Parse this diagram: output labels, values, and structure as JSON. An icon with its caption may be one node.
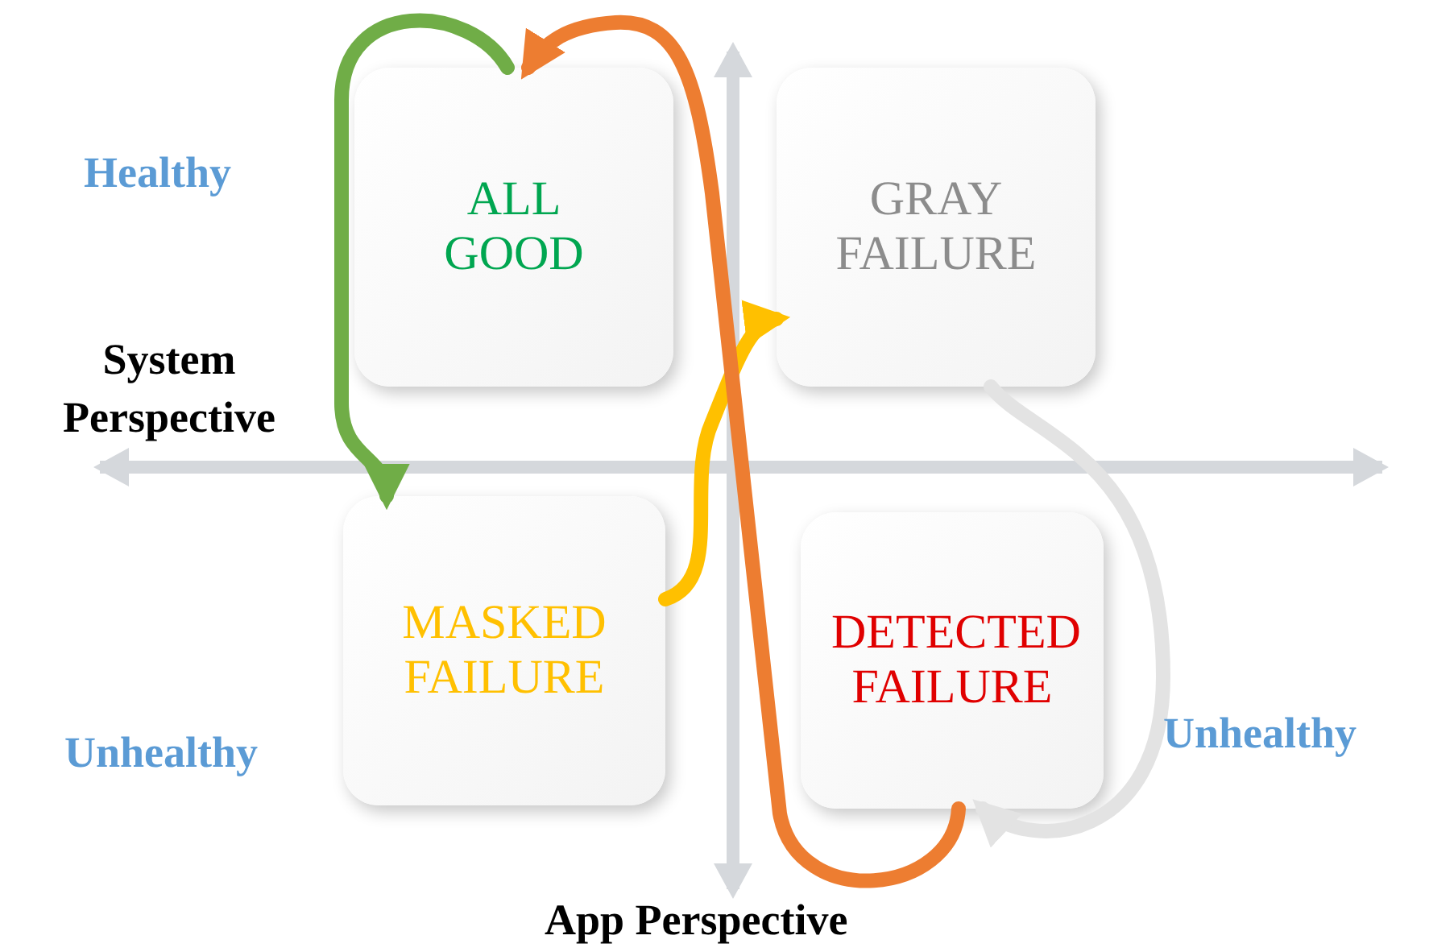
{
  "diagram": {
    "nodes": [
      {
        "text": [
          "ALL GOOD"
        ]
      },
      {
        "text": [
          "GRAY FAILURE"
        ]
      },
      {
        "text": [
          "MASKED FAILURE"
        ]
      },
      {
        "text": [
          "DETECTED FAILURE"
        ]
      }
    ],
    "edges": [
      {
        "from": 0,
        "to": 2,
        "arrow": "to",
        "color": "#70ad47"
      },
      {
        "from": 2,
        "to": 1,
        "arrow": "to",
        "color": "#ffc000"
      },
      {
        "from": 1,
        "to": 3,
        "arrow": "to",
        "color": "#e3e3e3"
      },
      {
        "from": 3,
        "to": 0,
        "arrow": "to",
        "color": "#ed7d31"
      }
    ],
    "labels": [
      "Healthy",
      "System Perspective",
      "Unhealthy",
      "Unhealthy",
      "App Perspective"
    ]
  }
}
